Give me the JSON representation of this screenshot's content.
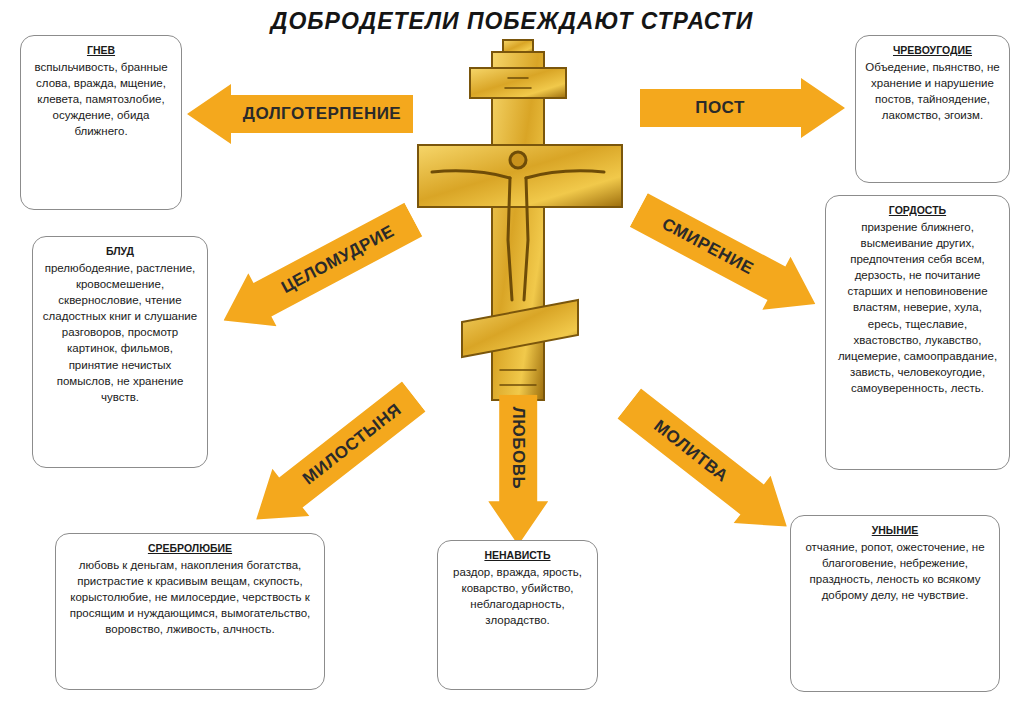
{
  "diagram": {
    "title": "ДОБРОДЕТЕЛИ ПОБЕЖДАЮТ СТРАСТИ",
    "nodes": [
      {
        "text": [
          "ГНЕВ",
          "вспыльчивость, бранные слова, вражда, мщение, клевета, памятозлобие, осуждение, обида ближнего."
        ]
      },
      {
        "text": [
          "ДОЛГОТЕРПЕНИЕ"
        ]
      },
      {
        "text": [
          "ПОСТ"
        ]
      },
      {
        "text": [
          "ЧРЕВОУГОДИЕ",
          "Объедение, пьянство, не хранение и нарушение постов, тайноядение, лакомство, эгоизм."
        ]
      },
      {
        "text": [
          "БЛУД",
          "прелюбодеяние, растление, кровосмешение, сквернословие, чтение сладостных книг и слушание разговоров, просмотр картинок, фильмов, принятие нечистых помыслов, не хранение чувств."
        ]
      },
      {
        "text": [
          "ЦЕЛОМУДРИЕ"
        ]
      },
      {
        "text": [
          "СМИРЕНИЕ"
        ]
      },
      {
        "text": [
          "ГОРДОСТЬ",
          "призрение ближнего, высмеивание других, предпочтения себя всем, дерзость, не почитание старших и неповиновение властям, неверие, хула, ересь, тщеславие, хвастовство, лукавство, лицемерие, самооправдание, зависть, человекоугодие, самоуверенность, лесть."
        ]
      },
      {
        "text": [
          "МИЛОСТЫНЯ"
        ]
      },
      {
        "text": [
          "ЛЮБОВЬ"
        ]
      },
      {
        "text": [
          "МОЛИТВА"
        ]
      },
      {
        "text": [
          "СРЕБРОЛЮБИЕ",
          "любовь к деньгам, накопления богатства, пристрастие к красивым вещам, скупость, корыстолюбие, не милосердие, черствость к просящим и нуждающимся, вымогательство, воровство, лживость, алчность."
        ]
      },
      {
        "text": [
          "НЕНАВИСТЬ",
          "раздор, вражда, ярость, коварство, убийство, неблагодарность, злорадство."
        ]
      },
      {
        "text": [
          "УНЫНИЕ",
          "отчаяние, ропот, ожесточение, не благоговение, небрежение, праздность, леность ко всякому доброму делу, не чувствие."
        ]
      }
    ]
  }
}
